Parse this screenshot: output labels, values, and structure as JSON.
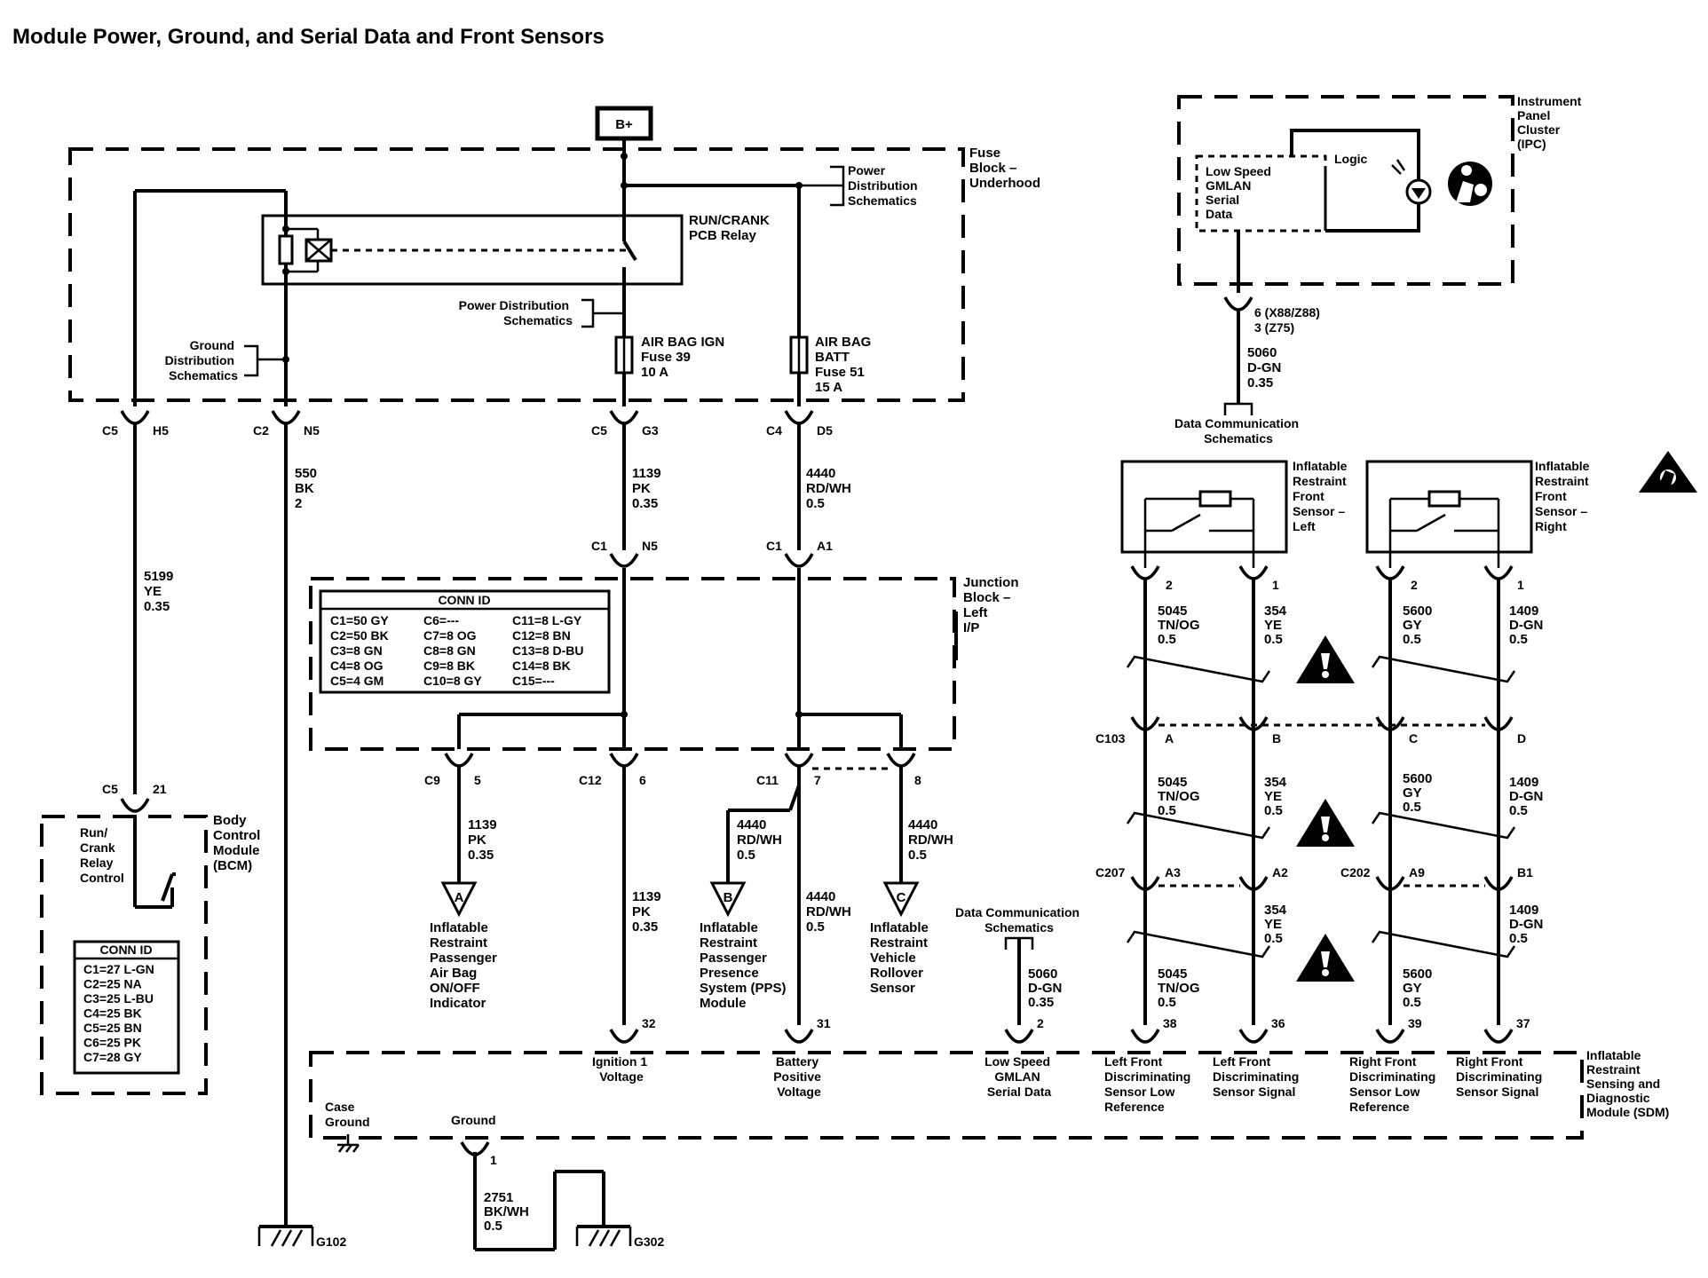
{
  "title": "Module Power, Ground, and Serial Data and Front Sensors",
  "bplus": "B+",
  "fuse_block": [
    "Fuse",
    "Block –",
    "Underhood"
  ],
  "power_dist_top": [
    "Power",
    "Distribution",
    "Schematics"
  ],
  "relay": [
    "RUN/CRANK",
    "PCB Relay"
  ],
  "power_dist_mid": [
    "Power Distribution",
    "Schematics"
  ],
  "ground_dist": [
    "Ground",
    "Distribution",
    "Schematics"
  ],
  "fuse39": [
    "AIR BAG IGN",
    "Fuse 39",
    "10 A"
  ],
  "fuse51": [
    "AIR BAG",
    "BATT",
    "Fuse 51",
    "15 A"
  ],
  "ipc": {
    "label": [
      "Instrument",
      "Panel",
      "Cluster",
      "(IPC)"
    ],
    "logic": "Logic",
    "gmlan": [
      "Low Speed",
      "GMLAN",
      "Serial",
      "Data"
    ],
    "pin": [
      "6 (X88/Z88)",
      "3 (Z75)"
    ],
    "wire": [
      "5060",
      "D-GN",
      "0.35"
    ],
    "dcs": [
      "Data Communication",
      "Schematics"
    ]
  },
  "fuse_conns": {
    "c5_h5": [
      "C5",
      "H5"
    ],
    "c2_n5": [
      "C2",
      "N5"
    ],
    "c5_g3": [
      "C5",
      "G3"
    ],
    "c4_d5": [
      "C4",
      "D5"
    ]
  },
  "wire_550": [
    "550",
    "BK",
    "2"
  ],
  "wire_5199": [
    "5199",
    "YE",
    "0.35"
  ],
  "wire_1139a": [
    "1139",
    "PK",
    "0.35"
  ],
  "wire_4440a": [
    "4440",
    "RD/WH",
    "0.5"
  ],
  "jb": {
    "label": [
      "Junction",
      "Block –",
      "Left",
      "I/P"
    ],
    "in_c1_n5": [
      "C1",
      "N5"
    ],
    "in_c1_a1": [
      "C1",
      "A1"
    ],
    "conn_title": "CONN ID",
    "conn_rows": [
      [
        "C1=50 GY",
        "C6=---",
        "C11=8 L-GY"
      ],
      [
        "C2=50 BK",
        "C7=8 OG",
        "C12=8 BN"
      ],
      [
        "C3=8 GN",
        "C8=8 GN",
        "C13=8 D-BU"
      ],
      [
        "C4=8 OG",
        "C9=8 BK",
        "C14=8 BK"
      ],
      [
        "C5=4 GM",
        "C10=8 GY",
        "C15=---"
      ]
    ],
    "out_c9_5": [
      "C9",
      "5"
    ],
    "out_c12_6": [
      "C12",
      "6"
    ],
    "out_c11_7": [
      "C11",
      "7"
    ],
    "out_8": "8"
  },
  "wire_1139b": [
    "1139",
    "PK",
    "0.35"
  ],
  "wire_1139c": [
    "1139",
    "PK",
    "0.35"
  ],
  "wire_4440b": [
    "4440",
    "RD/WH",
    "0.5"
  ],
  "wire_4440c": [
    "4440",
    "RD/WH",
    "0.5"
  ],
  "wire_4440d": [
    "4440",
    "RD/WH",
    "0.5"
  ],
  "ref_a": {
    "letter": "A",
    "text": [
      "Inflatable",
      "Restraint",
      "Passenger",
      "Air Bag",
      "ON/OFF",
      "Indicator"
    ]
  },
  "ref_b": {
    "letter": "B",
    "text": [
      "Inflatable",
      "Restraint",
      "Passenger",
      "Presence",
      "System (PPS)",
      "Module"
    ]
  },
  "ref_c": {
    "letter": "C",
    "text": [
      "Inflatable",
      "Restraint",
      "Vehicle",
      "Rollover",
      "Sensor"
    ]
  },
  "bcm": {
    "c5_21": [
      "C5",
      "21"
    ],
    "label": [
      "Body",
      "Control",
      "Module",
      "(BCM)"
    ],
    "relay_ctrl": [
      "Run/",
      "Crank",
      "Relay",
      "Control"
    ],
    "conn_title": "CONN ID",
    "conn_rows": [
      "C1=27 L-GN",
      "C2=25 NA",
      "C3=25 L-BU",
      "C4=25 BK",
      "C5=25 BN",
      "C6=25 PK",
      "C7=28 GY"
    ]
  },
  "dcs_mid": [
    "Data Communication",
    "Schematics"
  ],
  "wire_5060b": [
    "5060",
    "D-GN",
    "0.35"
  ],
  "sensors": {
    "left_label": [
      "Inflatable",
      "Restraint",
      "Front",
      "Sensor –",
      "Left"
    ],
    "right_label": [
      "Inflatable",
      "Restraint",
      "Front",
      "Sensor –",
      "Right"
    ],
    "pin_l2": "2",
    "pin_l1": "1",
    "pin_r2": "2",
    "pin_r1": "1",
    "w1": [
      "5045",
      "TN/OG",
      "0.5"
    ],
    "w2": [
      "354",
      "YE",
      "0.5"
    ],
    "w3": [
      "5600",
      "GY",
      "0.5"
    ],
    "w4": [
      "1409",
      "D-GN",
      "0.5"
    ],
    "c103": "C103",
    "c103_pins": [
      "A",
      "B",
      "C",
      "D"
    ],
    "w5": [
      "5045",
      "TN/OG",
      "0.5"
    ],
    "w6": [
      "354",
      "YE",
      "0.5"
    ],
    "w7": [
      "5600",
      "GY",
      "0.5"
    ],
    "w8": [
      "1409",
      "D-GN",
      "0.5"
    ],
    "c207": "C207",
    "c207_pins": [
      "A3",
      "A2"
    ],
    "c202": "C202",
    "c202_pins": [
      "A9",
      "B1"
    ],
    "w9": [
      "5045",
      "TN/OG",
      "0.5"
    ],
    "w10": [
      "354",
      "YE",
      "0.5"
    ],
    "w11": [
      "5600",
      "GY",
      "0.5"
    ],
    "w12": [
      "1409",
      "D-GN",
      "0.5"
    ]
  },
  "sdm": {
    "label": [
      "Inflatable",
      "Restraint",
      "Sensing and",
      "Diagnostic",
      "Module (SDM)"
    ],
    "pins": [
      "32",
      "31",
      "2",
      "38",
      "36",
      "39",
      "37"
    ],
    "ign": [
      "Ignition 1",
      "Voltage"
    ],
    "batt": [
      "Battery",
      "Positive",
      "Voltage"
    ],
    "gmlan": [
      "Low Speed",
      "GMLAN",
      "Serial Data"
    ],
    "lf_low": [
      "Left Front",
      "Discriminating",
      "Sensor Low",
      "Reference"
    ],
    "lf_sig": [
      "Left Front",
      "Discriminating",
      "Sensor Signal"
    ],
    "rf_low": [
      "Right Front",
      "Discriminating",
      "Sensor Low",
      "Reference"
    ],
    "rf_sig": [
      "Right Front",
      "Discriminating",
      "Sensor Signal"
    ],
    "case_ground": [
      "Case",
      "Ground"
    ],
    "ground": "Ground",
    "ground_pin": "1",
    "wire_2751": [
      "2751",
      "BK/WH",
      "0.5"
    ]
  },
  "g102": "G102",
  "g302": "G302"
}
